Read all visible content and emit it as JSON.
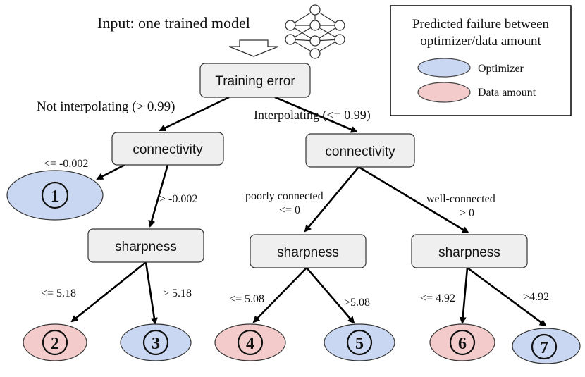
{
  "header": {
    "input_label": "Input: one trained model"
  },
  "legend": {
    "title_line1": "Predicted failure between",
    "title_line2": "optimizer/data amount",
    "items": [
      {
        "label": "Optimizer",
        "color": "#c9d7f2"
      },
      {
        "label": "Data amount",
        "color": "#f3cbcb"
      }
    ]
  },
  "colors": {
    "optimizer": "#c9d7f2",
    "data_amount": "#f3cbcb",
    "box_fill": "#efefef"
  },
  "nodes": {
    "root": "Training error",
    "left_connectivity": "connectivity",
    "right_connectivity": "connectivity",
    "left_sharpness": "sharpness",
    "mid_sharpness": "sharpness",
    "right_sharpness": "sharpness"
  },
  "edges": {
    "not_interpolating": "Not interpolating (> 0.99)",
    "interpolating": "Interpolating (<= 0.99)",
    "le_m0002": "<= -0.002",
    "gt_m0002": "> -0.002",
    "poorly_connected_1": "poorly connected",
    "poorly_connected_2": "<= 0",
    "well_connected_1": "well-connected",
    "well_connected_2": "> 0",
    "le_518": "<= 5.18",
    "gt_518": "> 5.18",
    "le_508": "<= 5.08",
    "gt_508": ">5.08",
    "le_492": "<= 4.92",
    "gt_492": ">4.92"
  },
  "leaves": [
    {
      "number": "1",
      "class": "optimizer"
    },
    {
      "number": "2",
      "class": "data_amount"
    },
    {
      "number": "3",
      "class": "optimizer"
    },
    {
      "number": "4",
      "class": "data_amount"
    },
    {
      "number": "5",
      "class": "optimizer"
    },
    {
      "number": "6",
      "class": "data_amount"
    },
    {
      "number": "7",
      "class": "optimizer"
    }
  ]
}
